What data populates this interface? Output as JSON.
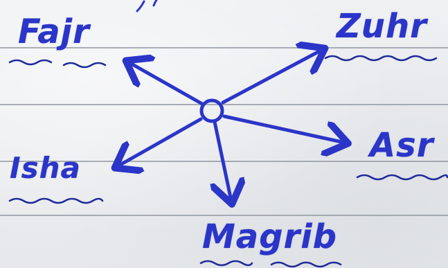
{
  "diagram": {
    "ink_color": "#2b35c8",
    "paper_color": "#e9ebee",
    "rule_color": "#9aa0a8",
    "labels": {
      "fajr": "Fajr",
      "zuhr": "Zuhr",
      "isha": "Isha",
      "asr": "Asr",
      "magrib": "Magrib"
    }
  }
}
